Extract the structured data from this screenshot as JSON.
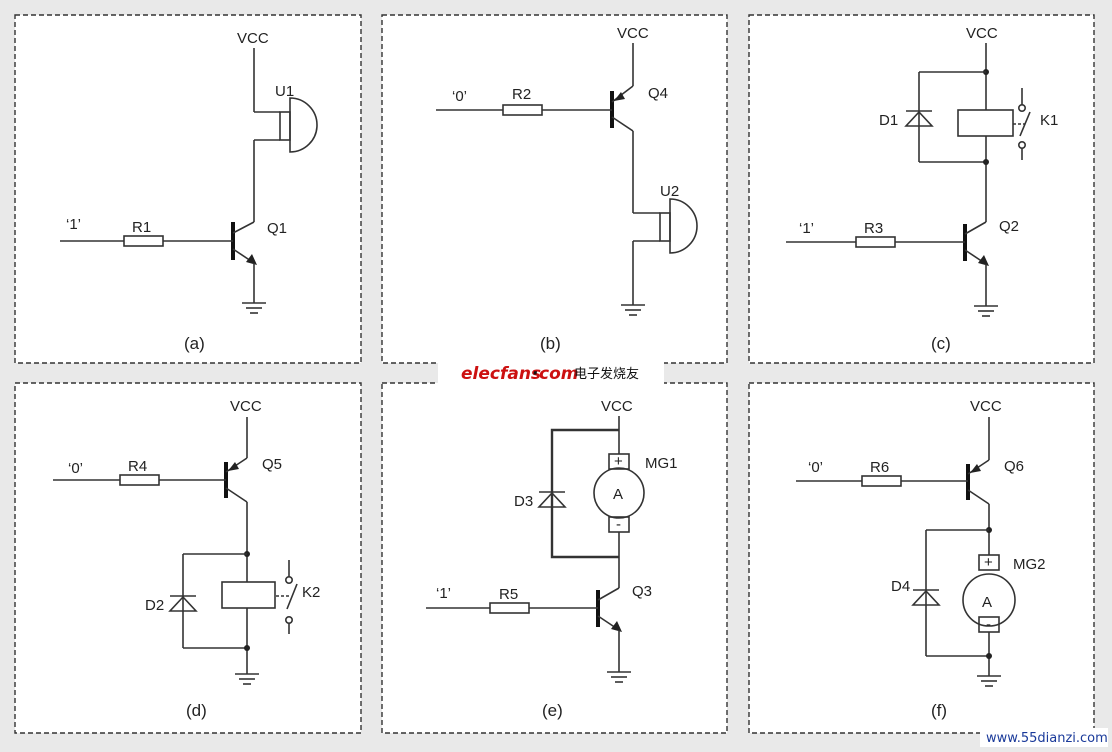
{
  "colors": {
    "background": "#e9e9e9",
    "panel": "#ffffff",
    "line": "#333333",
    "watermark_red": "#cc1111",
    "watermark_black": "#111111"
  },
  "panels": {
    "a": {
      "caption": "(a)",
      "vcc": "VCC",
      "input": "‘1’",
      "resistor": "R1",
      "transistor": "Q1",
      "load": "U1"
    },
    "b": {
      "caption": "(b)",
      "vcc": "VCC",
      "input": "‘0’",
      "resistor": "R2",
      "transistor": "Q4",
      "load": "U2"
    },
    "c": {
      "caption": "(c)",
      "vcc": "VCC",
      "input": "‘1’",
      "resistor": "R3",
      "transistor": "Q2",
      "diode": "D1",
      "relay": "K1"
    },
    "d": {
      "caption": "(d)",
      "vcc": "VCC",
      "input": "‘0’",
      "resistor": "R4",
      "transistor": "Q5",
      "diode": "D2",
      "relay": "K2"
    },
    "e": {
      "caption": "(e)",
      "vcc": "VCC",
      "input": "‘1’",
      "resistor": "R5",
      "transistor": "Q3",
      "diode": "D3",
      "motor": "MG1",
      "motor_symbol": "A",
      "plus": "+",
      "minus": "-"
    },
    "f": {
      "caption": "(f)",
      "vcc": "VCC",
      "input": "‘0’",
      "resistor": "R6",
      "transistor": "Q6",
      "diode": "D4",
      "motor": "MG2",
      "motor_symbol": "A",
      "plus": "+",
      "minus": "-"
    }
  },
  "watermarks": {
    "brand": "elecfans",
    "dot": "·",
    "com": "com",
    "cn": "电子发烧友",
    "site": "www.55dianzi.com"
  }
}
